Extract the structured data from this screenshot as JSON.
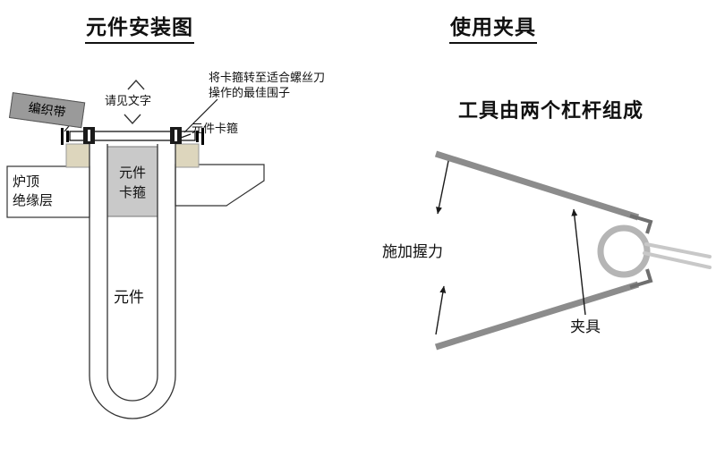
{
  "left_diagram": {
    "title": "元件安装图",
    "braid_label": "编织带",
    "see_text": "请见文字",
    "note_line1": "将卡箍转至适合螺丝刀",
    "note_line2": "操作的最佳围子",
    "clamp_label": "元件卡箍",
    "insulation_line1": "炉顶",
    "insulation_line2": "绝缘层",
    "box_line1": "元件",
    "box_line2": "卡箍",
    "element_label": "元件"
  },
  "right_diagram": {
    "title": "使用夹具",
    "tool_text": "工具由两个杠杆组成",
    "grip_label": "施加握力",
    "clamp_label": "夹具"
  },
  "colors": {
    "lever_gray": "#8c8c8c",
    "ring_gray": "#b5b5b5",
    "hook_gray": "#6f6f6f",
    "wire_gray": "#c8c8c8",
    "band_gray": "#9a9a9a",
    "center_block_gray": "#c9c9c9",
    "washer_tan": "#ddd6bd",
    "line_black": "#1a1a1a"
  }
}
